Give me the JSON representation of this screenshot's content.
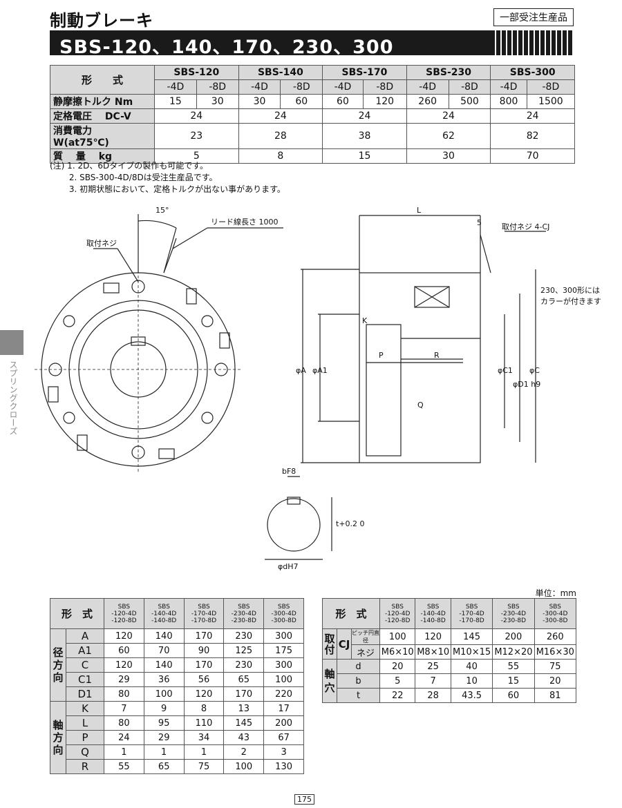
{
  "header": {
    "title": "制動ブレーキ",
    "badge": "一部受注生産品",
    "models_banner": "SBS-120、140、170、230、300"
  },
  "spec_table": {
    "col_label": "形　　式",
    "models": [
      "SBS-120",
      "SBS-140",
      "SBS-170",
      "SBS-230",
      "SBS-300"
    ],
    "variants": [
      "-4D",
      "-8D",
      "-4D",
      "-8D",
      "-4D",
      "-8D",
      "-4D",
      "-8D",
      "-4D",
      "-8D"
    ],
    "rows": [
      {
        "label": "静摩擦トルク Nm",
        "values": [
          "15",
          "30",
          "30",
          "60",
          "60",
          "120",
          "260",
          "500",
          "800",
          "1500"
        ]
      },
      {
        "label": "定格電圧　 DC-V",
        "values": [
          "24",
          "24",
          "24",
          "24",
          "24"
        ]
      },
      {
        "label": "消費電力　 W(at75℃)",
        "values": [
          "23",
          "28",
          "38",
          "62",
          "82"
        ]
      },
      {
        "label": "質　 量　 kg",
        "values": [
          "5",
          "8",
          "15",
          "30",
          "70"
        ]
      }
    ]
  },
  "notes": [
    "(注) 1. 2D、6Dタイプの製作も可能です。",
    "　　 2. SBS-300-4D/8Dは受注生産品です。",
    "　　 3. 初期状態において、定格トルクが出ない事があります。"
  ],
  "side_tab": "スプリングクローズ",
  "drawing": {
    "angle": "15°",
    "lead_wire": "リード線長さ 1000",
    "mount_screw": "取付ネジ",
    "L": "L",
    "five": "5",
    "mount_screw_cj": "取付ネジ 4-CJ",
    "collar_note_1": "230、300形には",
    "collar_note_2": "カラーが付きます",
    "K": "K",
    "P": "P",
    "R": "R",
    "Q": "Q",
    "phiA": "φA",
    "phiA1": "φA1",
    "phiC1": "φC1",
    "phiD1": "φD1 h9",
    "phiC": "φC",
    "bF8": "bF8",
    "t": "t+0.2 0",
    "phid": "φdH7"
  },
  "unit_label": "単位：mm",
  "dim_table": {
    "col_label": "形　式",
    "models": [
      [
        "SBS",
        "-120-4D",
        "-120-8D"
      ],
      [
        "SBS",
        "-140-4D",
        "-140-8D"
      ],
      [
        "SBS",
        "-170-4D",
        "-170-8D"
      ],
      [
        "SBS",
        "-230-4D",
        "-230-8D"
      ],
      [
        "SBS",
        "-300-4D",
        "-300-8D"
      ]
    ],
    "groups": [
      {
        "name": "径方向",
        "rows": [
          {
            "key": "A",
            "values": [
              "120",
              "140",
              "170",
              "230",
              "300"
            ]
          },
          {
            "key": "A1",
            "values": [
              "60",
              "70",
              "90",
              "125",
              "175"
            ]
          },
          {
            "key": "C",
            "values": [
              "120",
              "140",
              "170",
              "230",
              "300"
            ]
          },
          {
            "key": "C1",
            "values": [
              "29",
              "36",
              "56",
              "65",
              "100"
            ]
          },
          {
            "key": "D1",
            "values": [
              "80",
              "100",
              "120",
              "170",
              "220"
            ]
          }
        ]
      },
      {
        "name": "軸方向",
        "rows": [
          {
            "key": "K",
            "values": [
              "7",
              "9",
              "8",
              "13",
              "17"
            ]
          },
          {
            "key": "L",
            "values": [
              "80",
              "95",
              "110",
              "145",
              "200"
            ]
          },
          {
            "key": "P",
            "values": [
              "24",
              "29",
              "34",
              "43",
              "67"
            ]
          },
          {
            "key": "Q",
            "values": [
              "1",
              "1",
              "1",
              "2",
              "3"
            ]
          },
          {
            "key": "R",
            "values": [
              "55",
              "65",
              "75",
              "100",
              "130"
            ]
          }
        ]
      }
    ]
  },
  "mount_table": {
    "col_label": "形　式",
    "models": [
      [
        "SBS",
        "-120-4D",
        "-120-8D"
      ],
      [
        "SBS",
        "-140-4D",
        "-140-8D"
      ],
      [
        "SBS",
        "-170-4D",
        "-170-8D"
      ],
      [
        "SBS",
        "-230-4D",
        "-230-8D"
      ],
      [
        "SBS",
        "-300-4D",
        "-300-8D"
      ]
    ],
    "mount_group": "取付",
    "cj": "CJ",
    "pitch_label": "ピッチ円直径",
    "pitch_values": [
      "100",
      "120",
      "145",
      "200",
      "260"
    ],
    "screw_label": "ネジ",
    "screw_values": [
      "M6×10",
      "M8×10",
      "M10×15",
      "M12×20",
      "M16×30"
    ],
    "shaft_group": "軸穴",
    "shaft_rows": [
      {
        "key": "d",
        "values": [
          "20",
          "25",
          "40",
          "55",
          "75"
        ]
      },
      {
        "key": "b",
        "values": [
          "5",
          "7",
          "10",
          "15",
          "20"
        ]
      },
      {
        "key": "t",
        "values": [
          "22",
          "28",
          "43.5",
          "60",
          "81"
        ]
      }
    ]
  },
  "page_number": "175"
}
